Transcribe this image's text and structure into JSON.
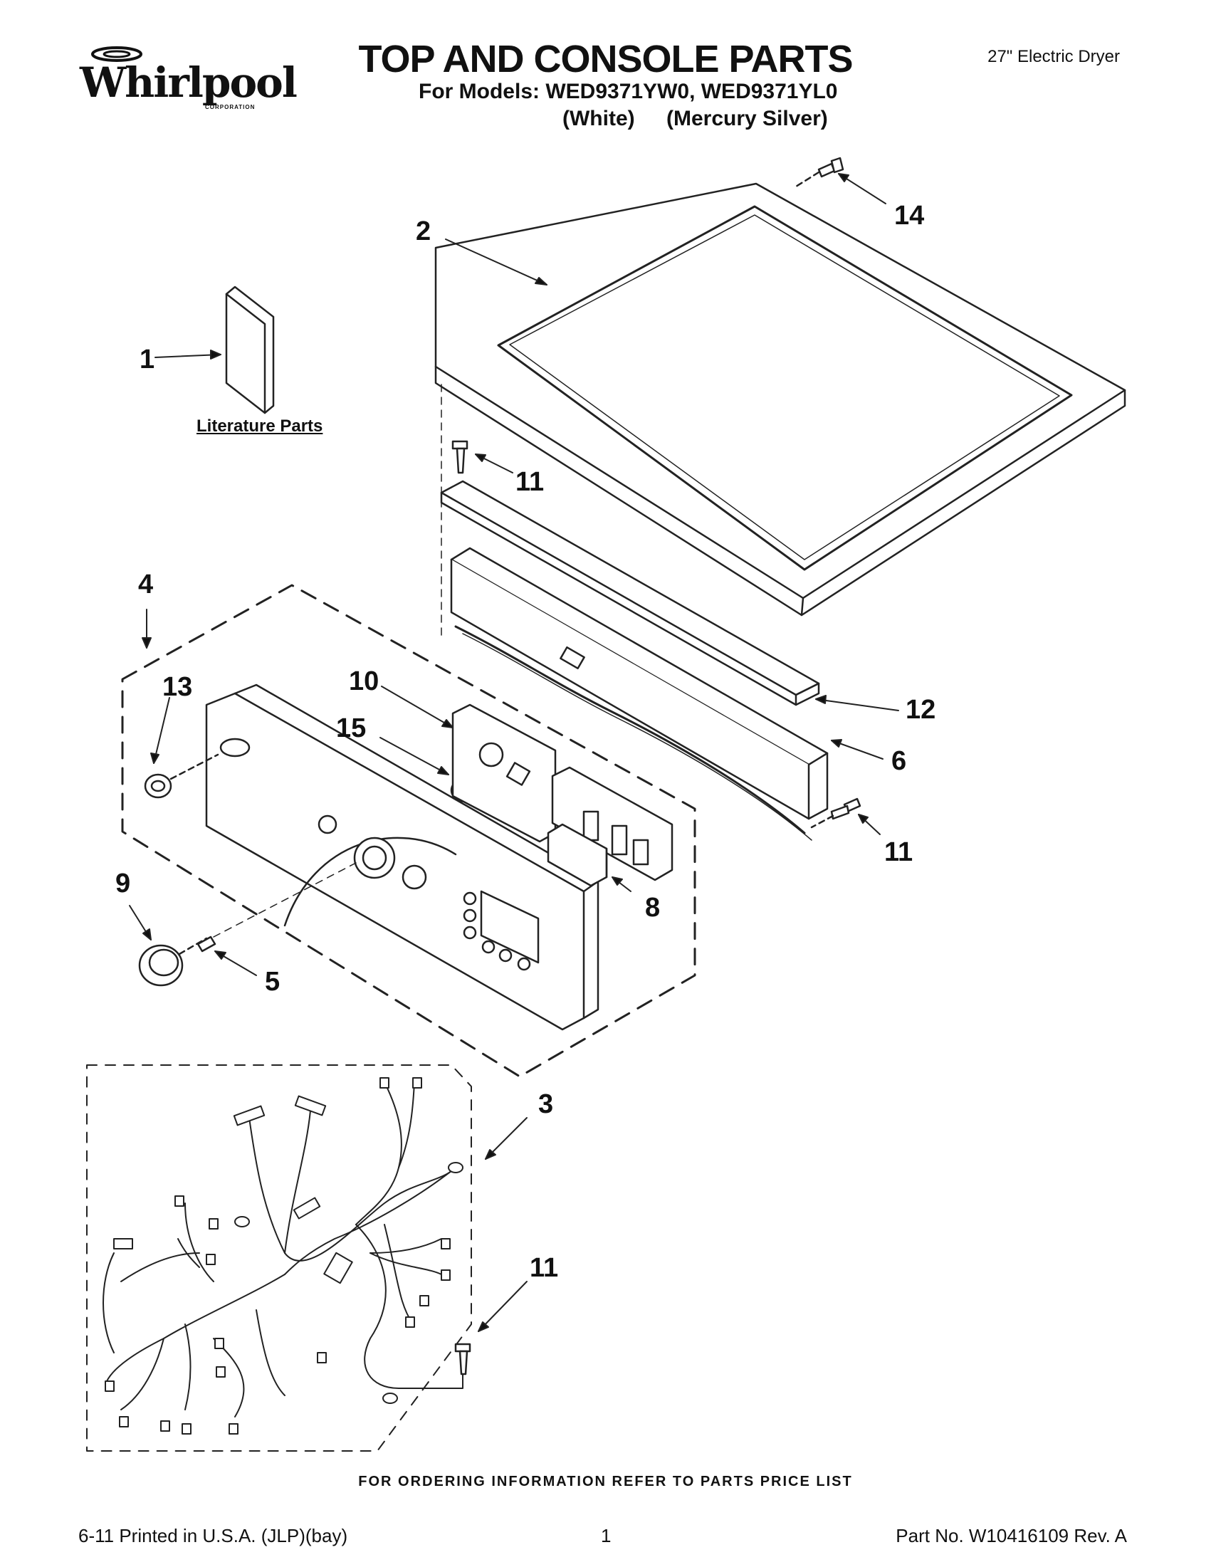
{
  "header": {
    "brand": "Whirlpool",
    "brand_sub": "CORPORATION",
    "title": "TOP AND CONSOLE PARTS",
    "models": "For Models: WED9371YW0, WED9371YL0",
    "color_1": "(White)",
    "color_2": "(Mercury Silver)",
    "product": "27\" Electric Dryer"
  },
  "diagram": {
    "literature_label": "Literature Parts",
    "callouts": [
      "1",
      "2",
      "3",
      "4",
      "5",
      "6",
      "8",
      "9",
      "10",
      "11",
      "11",
      "11",
      "12",
      "13",
      "14",
      "15"
    ]
  },
  "footer": {
    "order_info": "FOR ORDERING INFORMATION REFER TO PARTS PRICE LIST",
    "print_info": "6-11 Printed in U.S.A. (JLP)(bay)",
    "page": "1",
    "part_no": "Part No. W10416109 Rev. A"
  }
}
